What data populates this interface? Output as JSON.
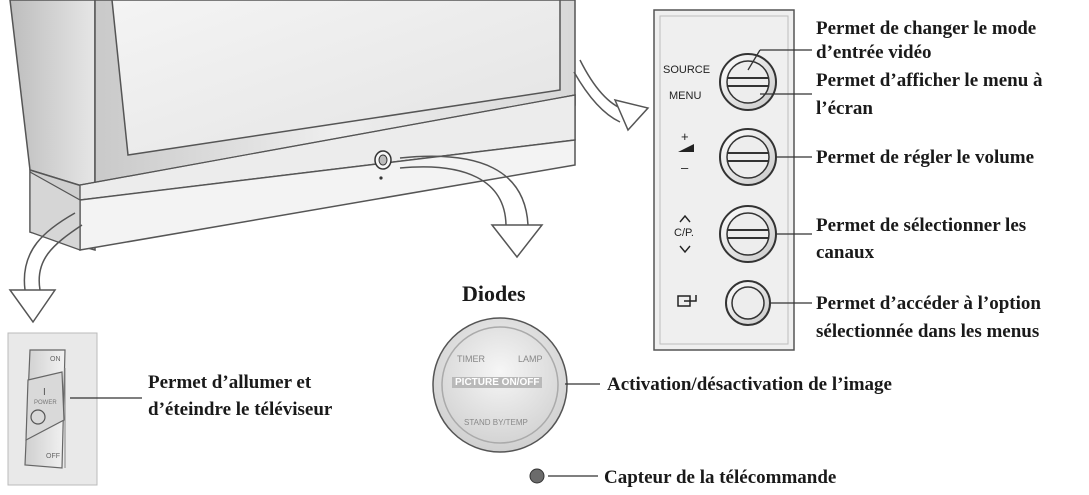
{
  "labels": {
    "source_line1": "Permet de changer le mode",
    "source_line2": "d’entrée vidéo",
    "menu_line1": "Permet d’afficher le menu à",
    "menu_line2": "l’écran",
    "volume": "Permet de régler le volume",
    "channel_line1": "Permet de sélectionner les",
    "channel_line2": "canaux",
    "enter_line1": "Permet d’accéder à l’option",
    "enter_line2": "sélectionnée dans les menus",
    "power_line1": "Permet d’allumer et",
    "power_line2": "d’éteindre le téléviseur",
    "picture": "Activation/désactivation de l’image",
    "sensor": "Capteur de la télécommande",
    "diodes_title": "Diodes"
  },
  "panel": {
    "source": "SOURCE",
    "menu": "MENU",
    "plus": "+",
    "minus": "–",
    "cp": "C/P."
  },
  "diode_panel": {
    "timer": "TIMER",
    "lamp": "LAMP",
    "picture": "PICTURE ON/OFF",
    "standby": "STAND BY/TEMP"
  },
  "switch": {
    "on": "ON",
    "off": "OFF",
    "power": "POWER",
    "one": "I"
  },
  "colors": {
    "sensor": "#6b6b6b",
    "line": "#333333"
  }
}
